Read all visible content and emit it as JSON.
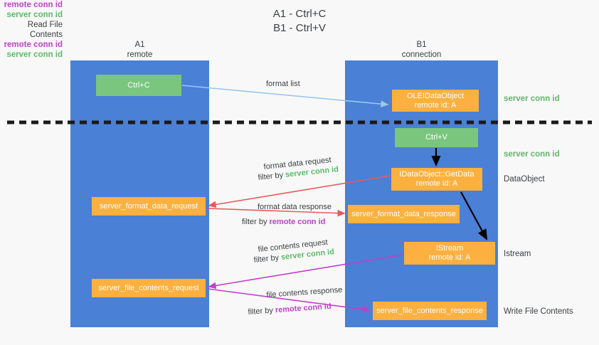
{
  "title": "A1 - Ctrl+C\nB1 - Ctrl+V",
  "columns": {
    "left": {
      "header": "A1\nremote"
    },
    "right": {
      "header": "B1\nconnection"
    }
  },
  "boxes": {
    "ctrl_c": "Ctrl+C",
    "ctrl_v": "Ctrl+V",
    "idataobject": "OLEIDataObject\nremote id: A",
    "getdata": "IDataObject::GetData\nremote id: A",
    "istream": "IStream\nremote id: A",
    "server_format_data_request": "server_format_data_request",
    "server_format_data_response": "server_format_data_response",
    "server_file_contents_request": "server_file_contents_request",
    "server_file_contents_response": "server_file_contents_response"
  },
  "right_labels": {
    "server_conn_id_top": "server conn id",
    "server_conn_id_mid": "server conn id",
    "dataobject": "DataObject",
    "istream": "Istream",
    "write_file_contents": "Write File Contents"
  },
  "left_labels": {
    "remote_conn_id_1": "remote conn id",
    "server_conn_id_1": "server conn id",
    "read_file_contents": "Read File Contents",
    "remote_conn_id_2": "remote conn id",
    "server_conn_id_2": "server conn id"
  },
  "flow_labels": {
    "format_list": "format list",
    "format_data_request": "format data request",
    "format_data_request_filter_prefix": "filter by ",
    "format_data_request_filter_value": "server conn id",
    "format_data_response": "format data response",
    "format_data_response_filter_prefix": "filter by ",
    "format_data_response_filter_value": "remote conn id",
    "file_contents_request": "file contents request",
    "file_contents_request_filter_prefix": "filter by ",
    "file_contents_request_filter_value": "server conn id",
    "file_contents_response": "file contents response",
    "file_contents_response_filter_prefix": "filter by ",
    "file_contents_response_filter_value": "remote conn id"
  },
  "colors": {
    "column_blue": "#4a80d5",
    "box_green": "#7ac67e",
    "box_orange": "#fbb040",
    "server_conn_green": "#5fb86a",
    "remote_conn_magenta": "#c040c8",
    "arrow_light_blue": "#9cc6ef",
    "arrow_red": "#e8595a",
    "arrow_magenta": "#c040c8",
    "arrow_black": "#000000",
    "background": "#f8f8f8"
  }
}
